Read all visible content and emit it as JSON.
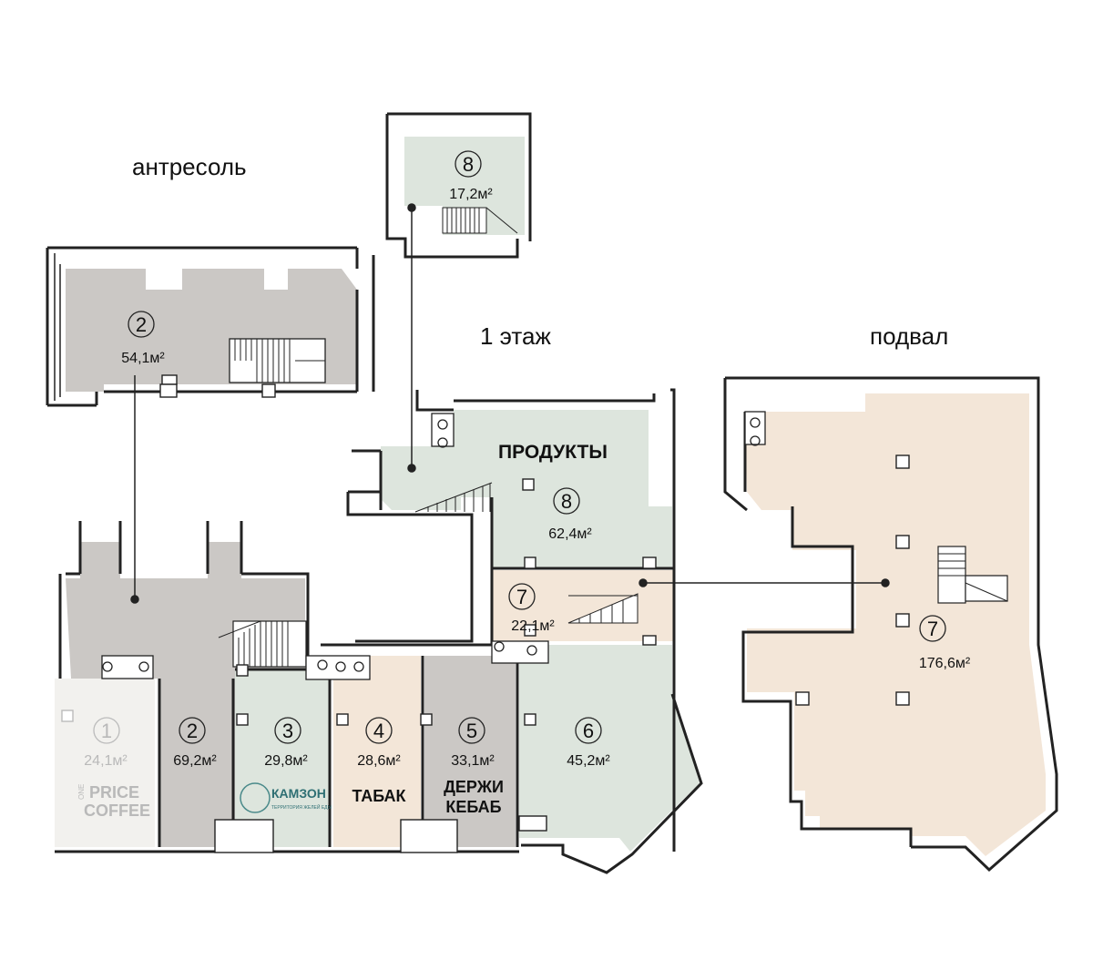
{
  "sections": {
    "mezzanine": "антресоль",
    "ground": "1 этаж",
    "basement": "подвал"
  },
  "units": [
    {
      "id": "m2",
      "number": "2",
      "area": "54,1м²"
    },
    {
      "id": "m8",
      "number": "8",
      "area": "17,2м²"
    },
    {
      "id": "u1",
      "number": "1",
      "area": "24,1м²"
    },
    {
      "id": "u2",
      "number": "2",
      "area": "69,2м²"
    },
    {
      "id": "u3",
      "number": "3",
      "area": "29,8м²"
    },
    {
      "id": "u4",
      "number": "4",
      "area": "28,6м²"
    },
    {
      "id": "u5",
      "number": "5",
      "area": "33,1м²"
    },
    {
      "id": "u6",
      "number": "6",
      "area": "45,2м²"
    },
    {
      "id": "u7",
      "number": "7",
      "area": "22,1м²"
    },
    {
      "id": "u8",
      "number": "8",
      "area": "62,4м²"
    },
    {
      "id": "b7",
      "number": "7",
      "area": "176,6м²"
    }
  ],
  "tenants": {
    "coffee_line1": "PRICE",
    "coffee_line2": "COFFEE",
    "coffee_small": "ONE",
    "kamzon": "КАМЗОН",
    "kamzon_sub": "ТЕРРИТОРИЯ ЖЕЛЕЙ ЕДЫ",
    "tabak": "ТАБАК",
    "kebab_line1": "ДЕРЖИ",
    "kebab_line2": "КЕБАБ",
    "produkty": "ПРОДУКТЫ"
  },
  "colors": {
    "grey_room": "#cbc8c5",
    "green_room": "#dde5dd",
    "peach_room": "#f3e6d8",
    "faded_room": "#f2f1ee"
  }
}
